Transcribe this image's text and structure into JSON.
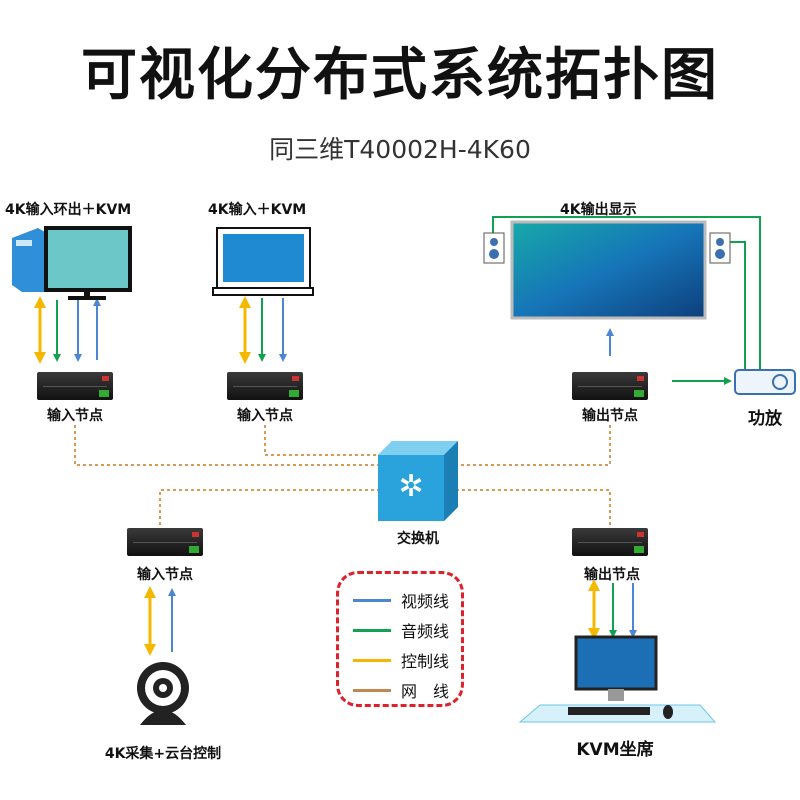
{
  "title": "可视化分布式系统拓扑图",
  "subtitle": "同三维T40002H-4K60",
  "sources": {
    "pc_label": "4K输入环出＋KVM",
    "laptop_label": "4K输入＋KVM",
    "display_label": "4K输出显示",
    "amplifier_label": "功放",
    "camera_label": "4K采集+云台控制",
    "kvm_seat_label": "KVM坐席"
  },
  "nodes": {
    "input_node_1": "输入节点",
    "input_node_2": "输入节点",
    "output_node_1": "输出节点",
    "input_node_3": "输入节点",
    "output_node_2": "输出节点"
  },
  "switch_label": "交换机",
  "legend": [
    {
      "label": "视频线",
      "color": "#4a86d4"
    },
    {
      "label": "音频线",
      "color": "#12a150"
    },
    {
      "label": "控制线",
      "color": "#f5b800"
    },
    {
      "label": "网　线",
      "color": "#c08850"
    }
  ],
  "colors": {
    "video": "#4a86d4",
    "audio": "#12a150",
    "control": "#f5b800",
    "network": "#d99a55"
  }
}
